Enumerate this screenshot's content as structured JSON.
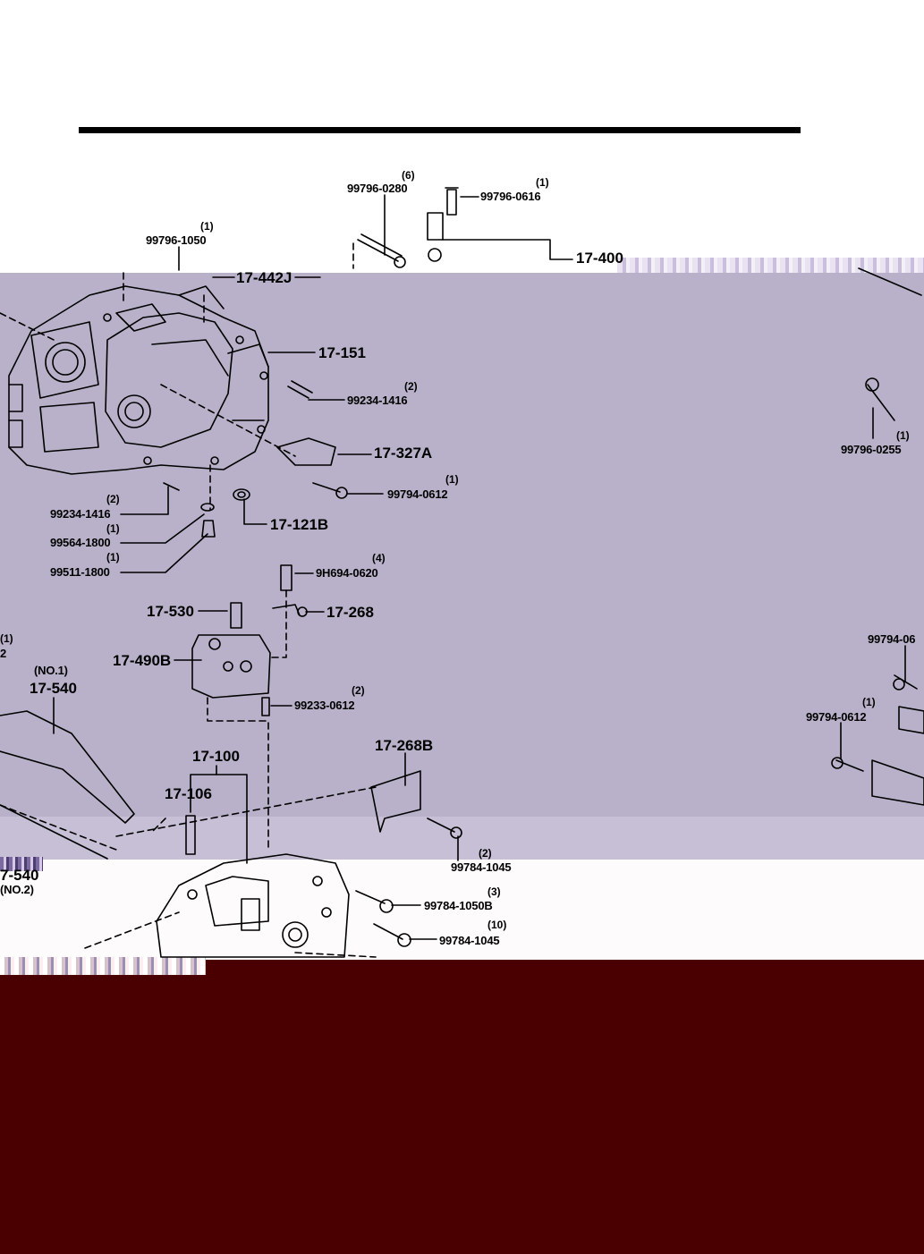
{
  "labels": {
    "q_99796_0280": "(6)",
    "p_99796_0280": "99796-0280",
    "q_99796_0616": "(1)",
    "p_99796_0616": "99796-0616",
    "q_99796_1050": "(1)",
    "p_99796_1050": "99796-1050",
    "p_17_400": "17-400",
    "p_17_442J": "17-442J",
    "p_17_151": "17-151",
    "q_99234_1416_a": "(2)",
    "p_99234_1416_a": "99234-1416",
    "p_17_327A": "17-327A",
    "q_99796_0255": "(1)",
    "p_99796_0255": "99796-0255",
    "q_99794_0612_a": "(1)",
    "p_99794_0612_a": "99794-0612",
    "q_99234_1416_b": "(2)",
    "p_99234_1416_b": "99234-1416",
    "p_17_121B": "17-121B",
    "q_99564_1800": "(1)",
    "p_99564_1800": "99564-1800",
    "q_99511_1800": "(1)",
    "p_99511_1800": "99511-1800",
    "q_9H694_0620": "(4)",
    "p_9H694_0620": "9H694-0620",
    "p_17_530": "17-530",
    "p_17_268": "17-268",
    "q_left_edge": "(1)",
    "p_left_edge": "2",
    "p_17_490B": "17-490B",
    "n_no1": "(NO.1)",
    "p_17_540_a": "17-540",
    "p_99794_06_right": "99794-06",
    "q_99233_0612": "(2)",
    "p_99233_0612": "99233-0612",
    "q_99794_0612_b": "(1)",
    "p_99794_0612_b": "99794-0612",
    "p_17_268B": "17-268B",
    "p_17_100": "17-100",
    "p_17_106": "17-106",
    "q_99784_1045_a": "(2)",
    "p_99784_1045_a": "99784-1045",
    "p_17_540_b": "7-540",
    "n_no2": "(NO.2)",
    "q_99784_1050B": "(3)",
    "p_99784_1050B": "99784-1050B",
    "q_99784_1045_b": "(10)",
    "p_99784_1045_b": "99784-1045"
  },
  "colors": {
    "band_mid": "#b9b1c9",
    "band_bottom": "#4a0000",
    "ink": "#000000"
  }
}
